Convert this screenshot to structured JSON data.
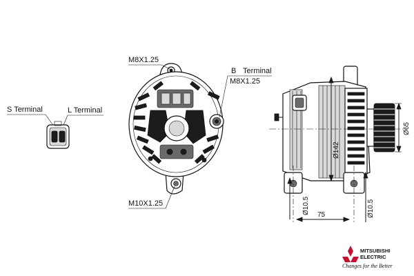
{
  "labels": {
    "s_terminal": "S Terminal",
    "l_terminal": "L Terminal",
    "top_bolt": "M8X1.25",
    "b_terminal": "B",
    "b_terminal_word": "Terminal",
    "b_bolt": "M8X1.25",
    "bottom_bolt": "M10X1.25"
  },
  "dimensions": {
    "bore_dia": "Ø142",
    "pulley_dia": "Ø65",
    "mount_left": "Ø10.5",
    "mount_right": "Ø10.5",
    "length": "75"
  },
  "brand": {
    "name_line1": "MITSUBISHI",
    "name_line2": "ELECTRIC",
    "tagline": "Changes for the Better"
  },
  "colors": {
    "line": "#111111",
    "background": "#ffffff"
  }
}
